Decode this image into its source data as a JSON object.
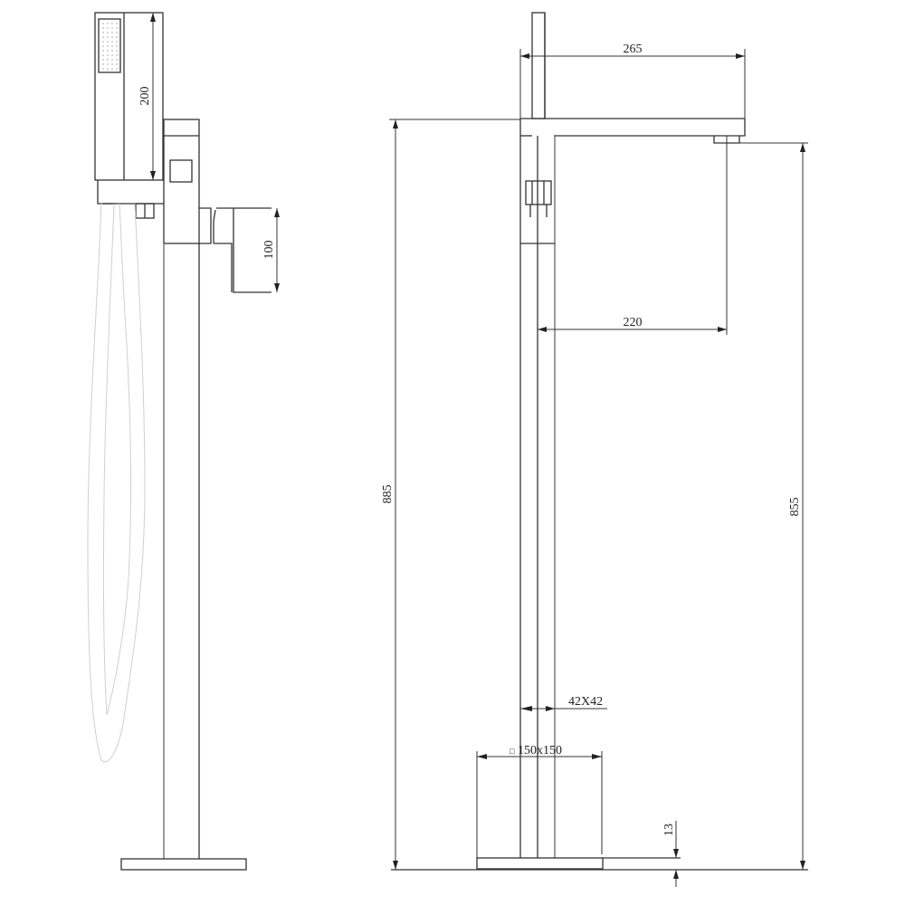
{
  "drawing": {
    "title": "Freestanding bath mixer with hand shower - dimensional drawing",
    "views": [
      "side-view",
      "front-view"
    ],
    "line_color": "#333333",
    "hose_color": "#cfcfcf"
  },
  "side_view": {
    "dimensions": {
      "hand_shower_height": "200",
      "handle_height": "100"
    }
  },
  "front_view": {
    "dimensions": {
      "spout_length": "265",
      "spout_reach": "220",
      "total_height": "885",
      "spout_outlet_height": "855",
      "column_section": "42X42",
      "base_plate": "150x150",
      "base_plate_symbol": "□",
      "base_thickness": "13"
    }
  }
}
